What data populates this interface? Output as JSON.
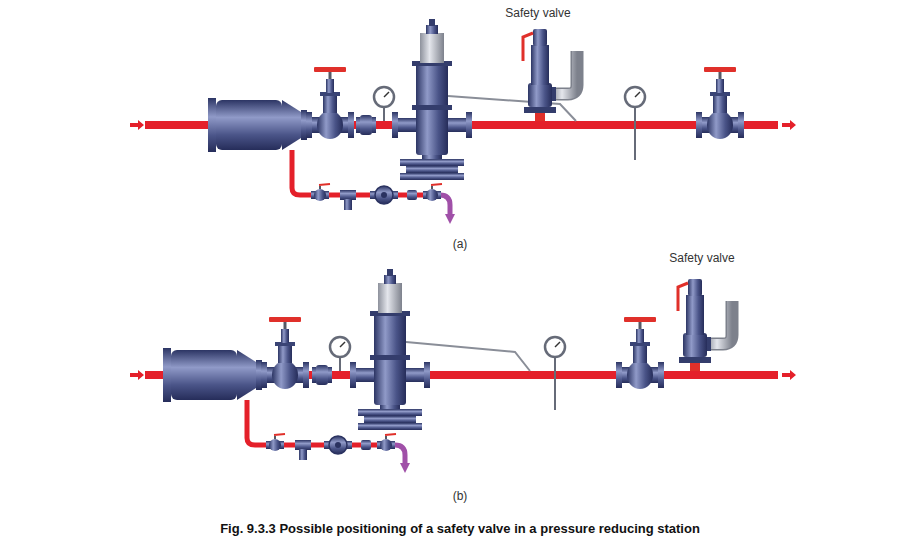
{
  "diagram": {
    "caption": "Fig. 9.3.3 Possible positioning of a safety valve in a pressure reducing station",
    "labels": [
      "Safety valve",
      "(a)",
      "Safety valve",
      "(b)"
    ]
  }
}
